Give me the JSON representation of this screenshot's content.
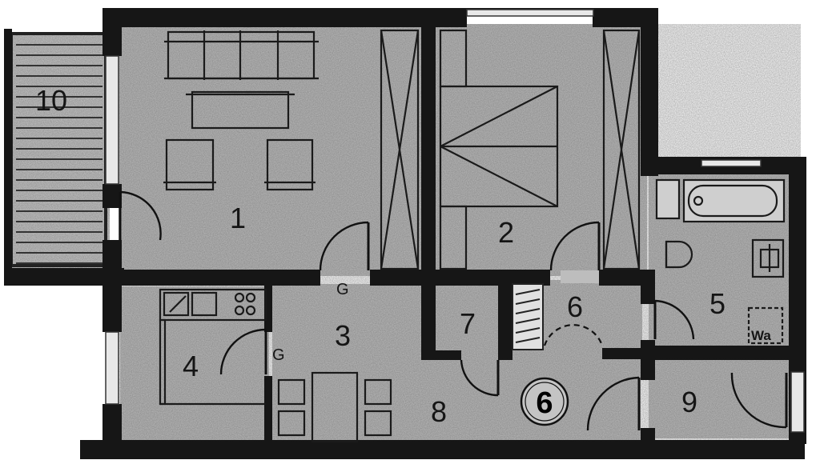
{
  "floor_plan": {
    "rooms": [
      {
        "id": "room-1",
        "label": "1"
      },
      {
        "id": "room-2",
        "label": "2"
      },
      {
        "id": "room-3",
        "label": "3"
      },
      {
        "id": "room-4",
        "label": "4"
      },
      {
        "id": "room-5",
        "label": "5"
      },
      {
        "id": "room-6",
        "label": "6"
      },
      {
        "id": "room-7",
        "label": "7"
      },
      {
        "id": "room-8",
        "label": "8"
      },
      {
        "id": "room-9",
        "label": "9"
      },
      {
        "id": "room-10",
        "label": "10"
      }
    ],
    "markers": {
      "g_top": "G",
      "g_left": "G",
      "wa": "Wa",
      "unit_number": "6"
    }
  }
}
